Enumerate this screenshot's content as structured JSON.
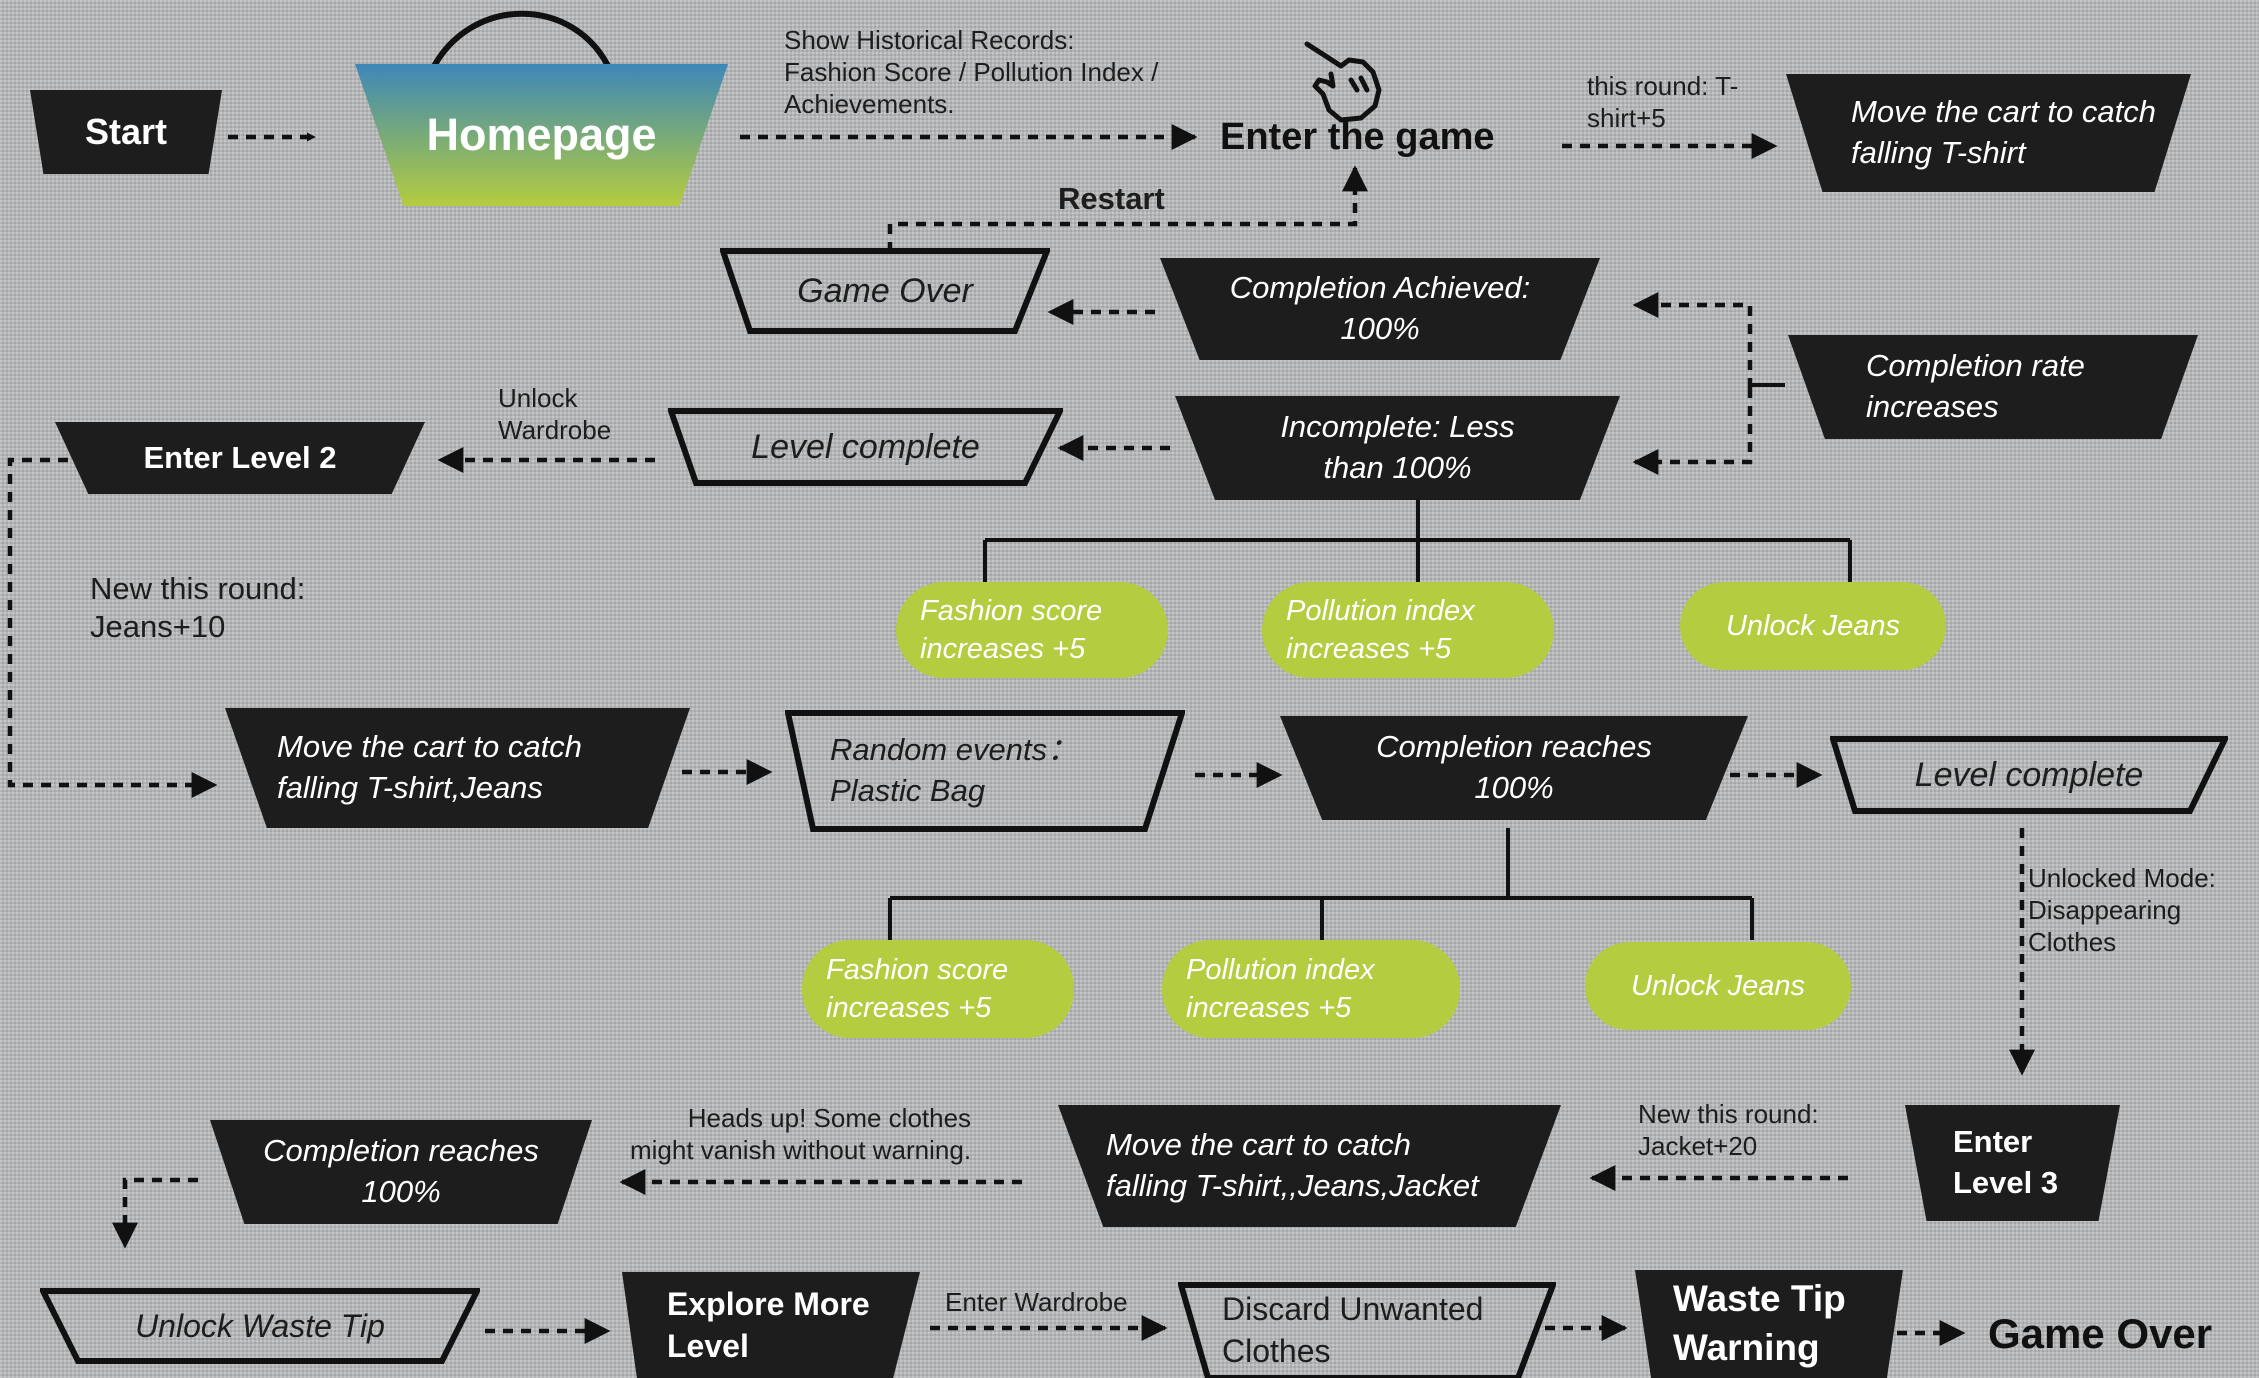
{
  "nodes": {
    "start": "Start",
    "homepage": "Homepage",
    "enter_game": "Enter the game",
    "move_tshirt": "Move the cart to catch\nfalling T-shirt",
    "completion_achieved": "Completion Achieved:\n100%",
    "game_over_1": "Game Over",
    "completion_rate_increases": "Completion rate\nincreases",
    "incomplete": "Incomplete: Less\nthan 100%",
    "level_complete_1": "Level complete",
    "enter_level_2": "Enter Level 2",
    "move_tshirt_jeans": "Move the cart to catch\nfalling T-shirt,Jeans",
    "random_events": "Random events：\nPlastic Bag",
    "completion_reaches_1": "Completion reaches\n100%",
    "level_complete_2": "Level complete",
    "enter_level_3": "Enter\nLevel 3",
    "move_tshirt_jeans_jacket": "Move the cart to catch\nfalling T-shirt,,Jeans,Jacket",
    "completion_reaches_2": "Completion reaches\n100%",
    "unlock_waste_tip": "Unlock Waste Tip",
    "explore_more": "Explore More\nLevel",
    "discard_unwanted": "Discard Unwanted\nClothes",
    "waste_tip_warning": "Waste Tip\nWarning",
    "game_over_2": "Game Over"
  },
  "rewards_row1": [
    "Fashion score\nincreases +5",
    "Pollution index\nincreases +5",
    "Unlock Jeans"
  ],
  "rewards_row2": [
    "Fashion score\nincreases +5",
    "Pollution index\nincreases +5",
    "Unlock Jeans"
  ],
  "labels": {
    "historical": "Show Historical Records:\nFashion Score / Pollution Index /\nAchievements.",
    "this_round": "this round: T-\nshirt+5",
    "restart": "Restart",
    "unlock_wardrobe": "Unlock\nWardrobe",
    "new_round_jeans": "New this round:\nJeans+10",
    "unlocked_mode": "Unlocked Mode:\nDisappearing\nClothes",
    "new_round_jacket": "New this round:\nJacket+20",
    "heads_up": "Heads up! Some clothes\nmight vanish without warning.",
    "enter_wardrobe": "Enter Wardrobe"
  },
  "icons": {
    "pointer": "hand-pointer-icon"
  },
  "colors": {
    "dark_node": "#1d1d1d",
    "reward_pill": "#b4cc3f",
    "homepage_gradient_top": "#3d87b9",
    "homepage_gradient_bottom": "#b4cc3f"
  }
}
